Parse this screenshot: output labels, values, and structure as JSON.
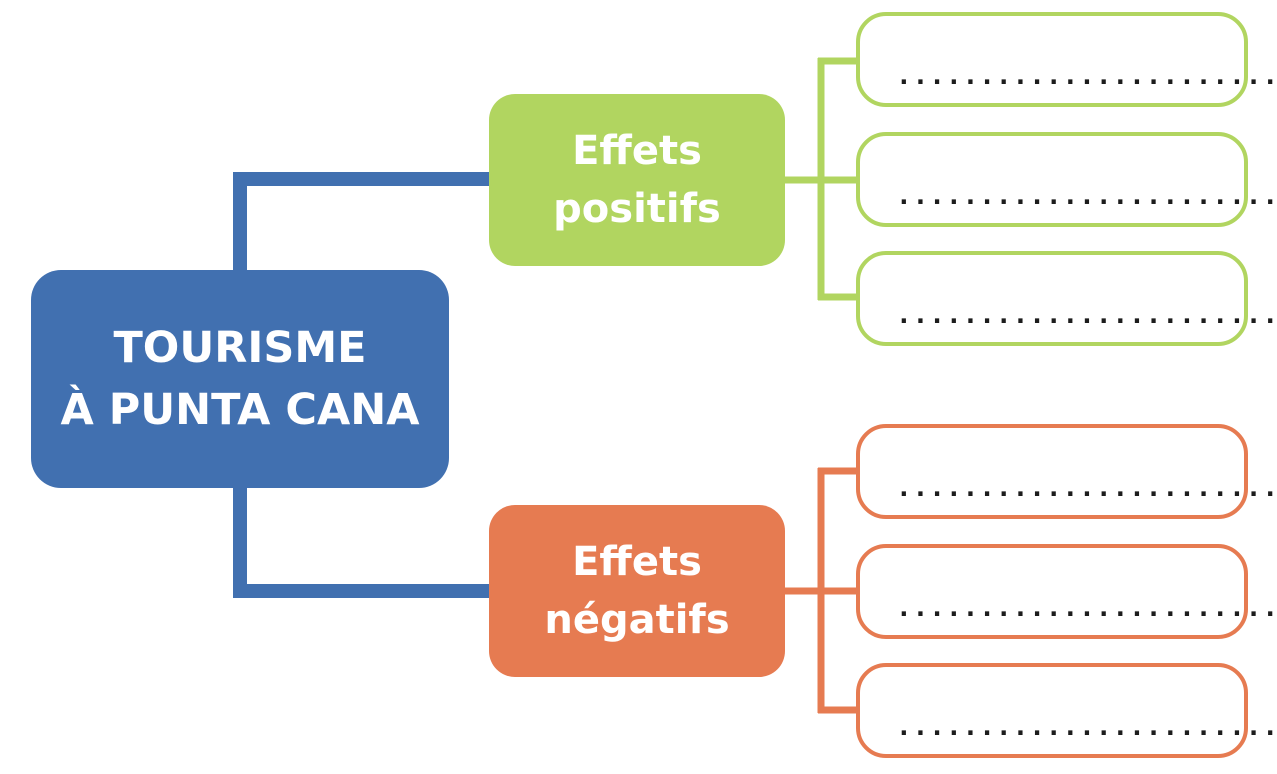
{
  "root": {
    "label": "TOURISME\nÀ PUNTA CANA",
    "color": "#4170b0"
  },
  "branches": [
    {
      "label": "Effets\npositifs",
      "color": "#b1d560",
      "leaves": [
        ".........................",
        ".........................",
        "........................."
      ]
    },
    {
      "label": "Effets\nnégatifs",
      "color": "#e67b51",
      "leaves": [
        ".........................",
        ".........................",
        "........................."
      ]
    }
  ]
}
